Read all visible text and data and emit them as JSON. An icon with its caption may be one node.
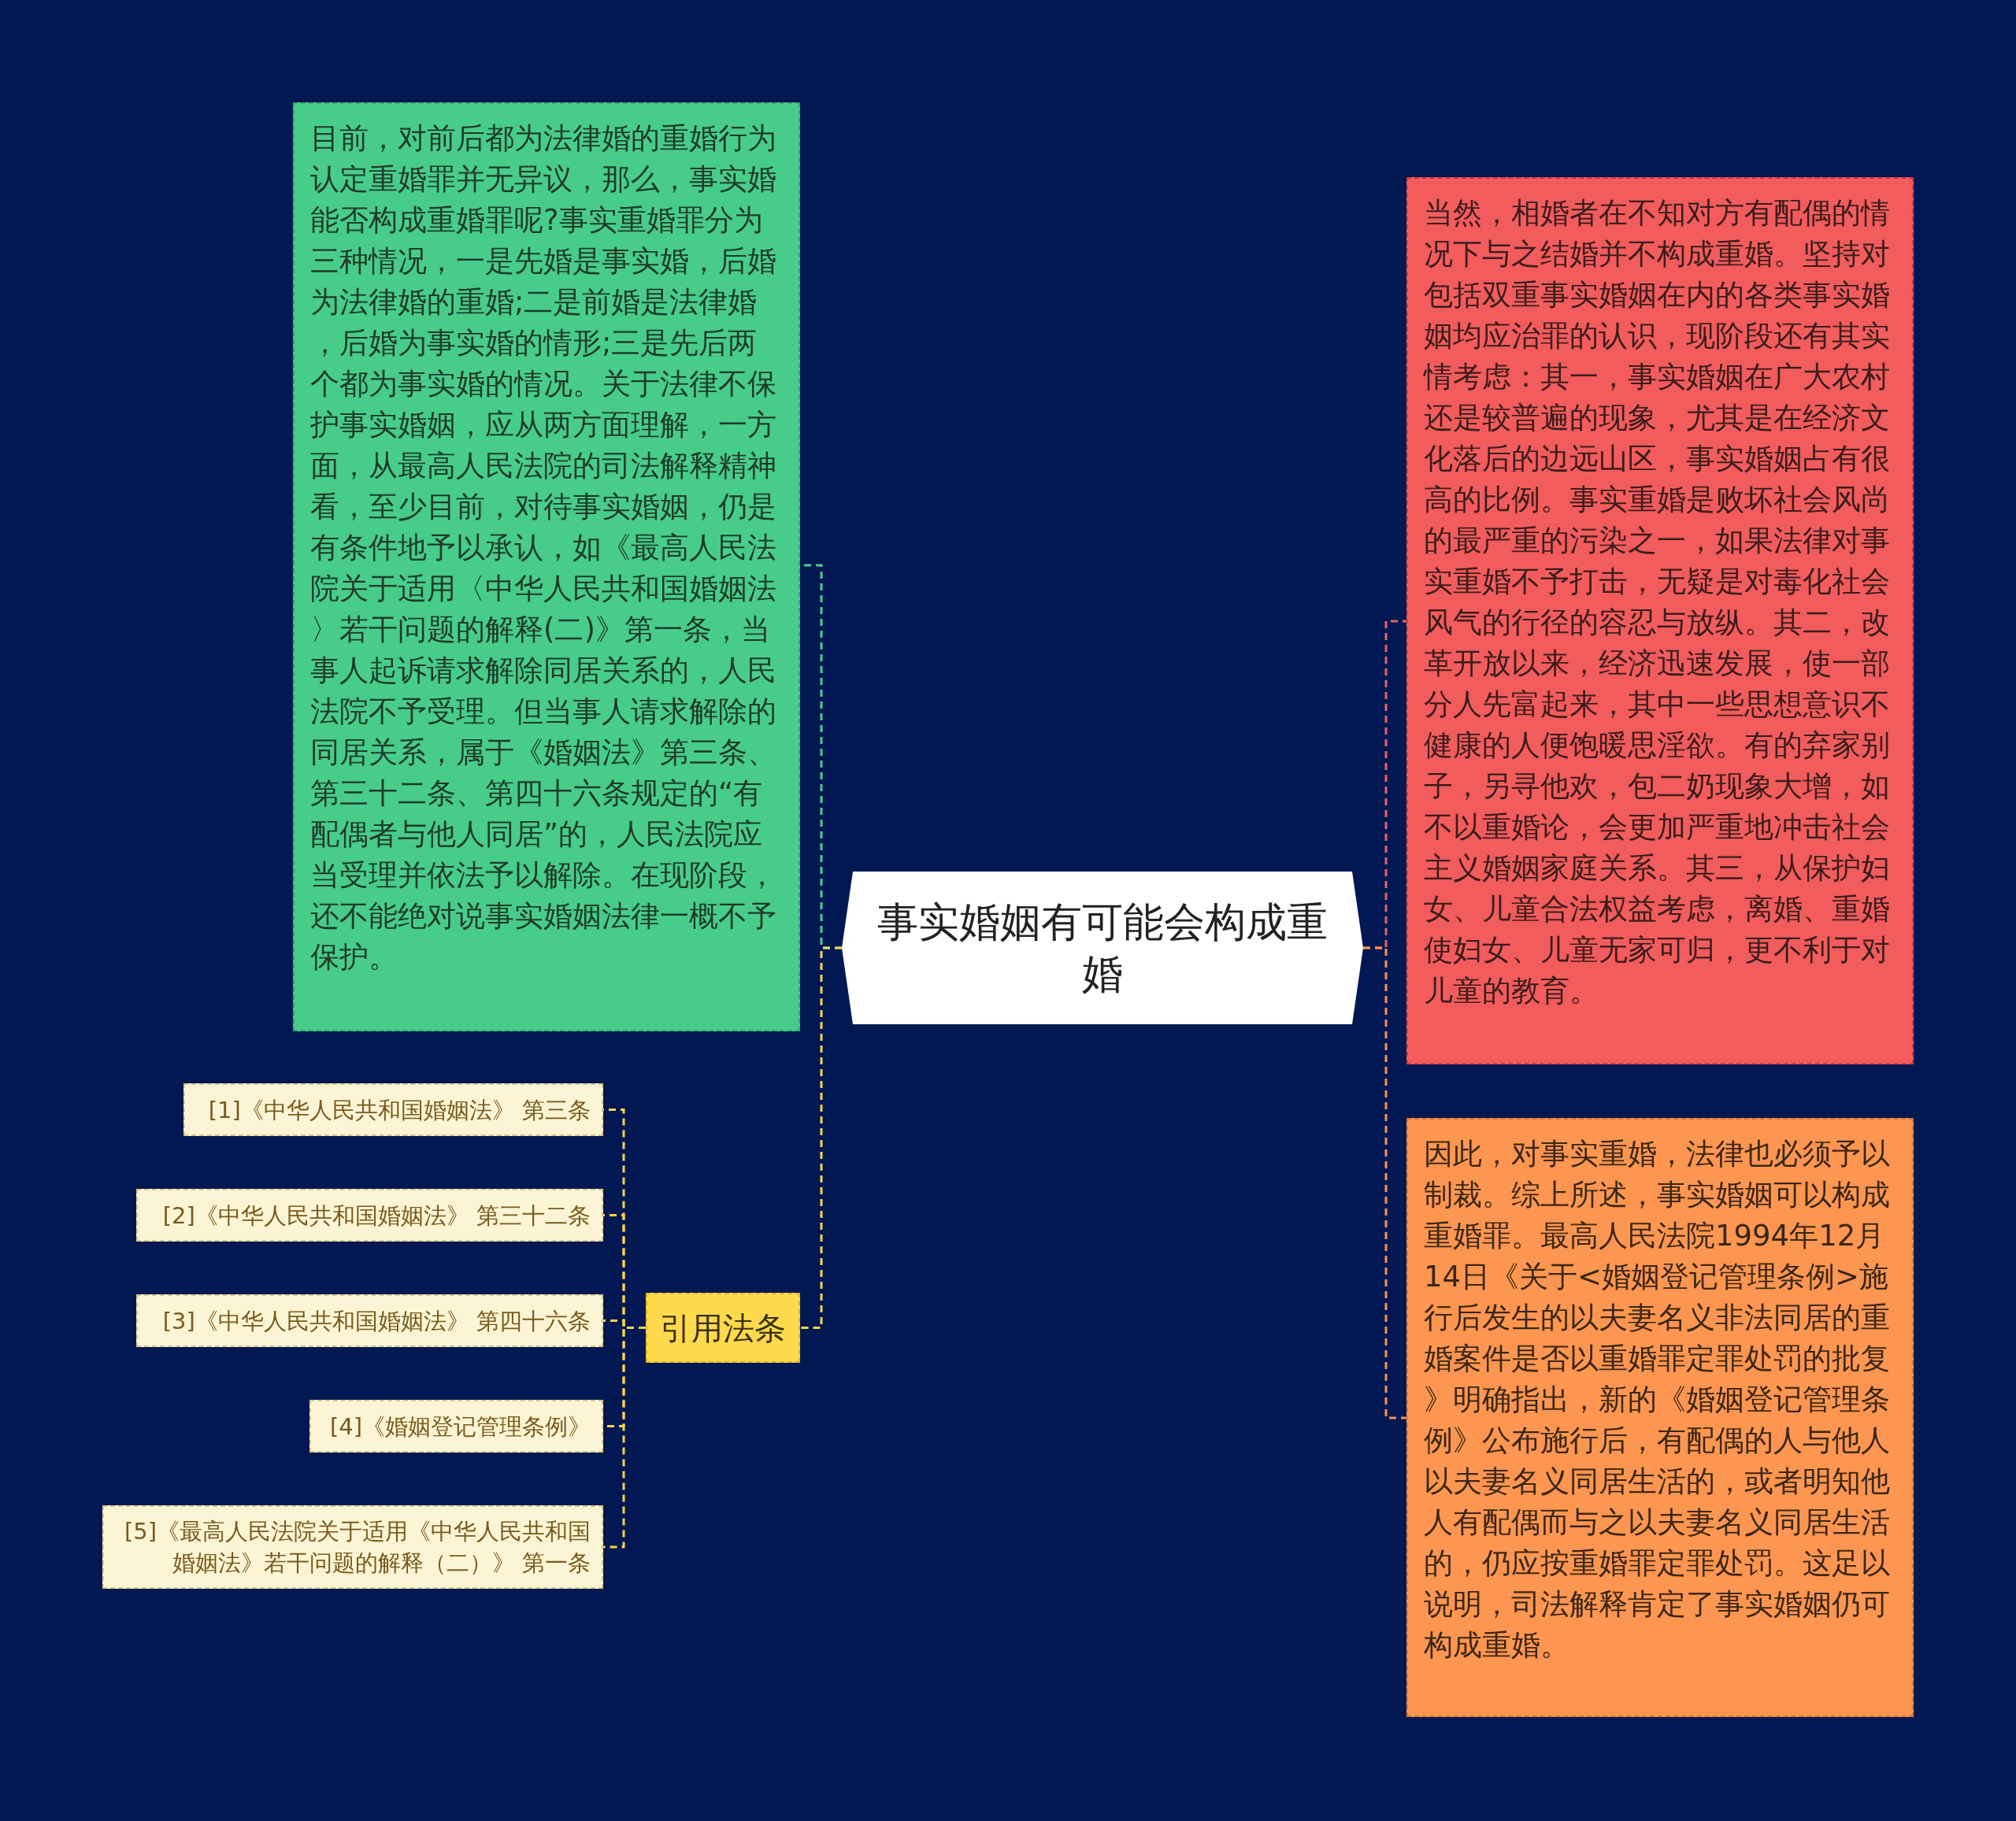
{
  "diagram": {
    "nodes": [
      {
        "text": [
          "事实婚姻有可能会构成重婚"
        ]
      },
      {
        "text": [
          "目前，对前后都为法律婚的重婚行为认定重婚罪并无异议，那么，事实婚能否构成重婚罪呢?事实重婚罪分为三种情况，一是先婚是事实婚，后婚为法律婚的重婚;二是前婚是法律婚，后婚为事实婚的情形;三是先后两个都为事实婚的情况。关于法律不保护事实婚姻，应从两方面理解，一方面，从最高人民法院的司法解释精神看，至少目前，对待事实婚姻，仍是有条件地予以承认，如《最高人民法院关于适用〈中华人民共和国婚姻法〉若干问题的解释(二)》第一条，当事人起诉请求解除同居关系的，人民法院不予受理。但当事人请求解除的同居关系，属于《婚姻法》第三条、第三十二条、第四十六条规定的“有配偶者与他人同居”的，人民法院应当受理并依法予以解除。在现阶段，还不能绝对说事实婚姻法律一概不予保护。"
        ]
      },
      {
        "text": [
          "引用法条"
        ]
      },
      {
        "text": [
          "[1]《中华人民共和国婚姻法》 第三条"
        ]
      },
      {
        "text": [
          "[2]《中华人民共和国婚姻法》 第三十二条"
        ]
      },
      {
        "text": [
          "[3]《中华人民共和国婚姻法》 第四十六条"
        ]
      },
      {
        "text": [
          "[4]《婚姻登记管理条例》"
        ]
      },
      {
        "text": [
          "[5]《最高人民法院关于适用《中华人民共和国婚姻法》若干问题的解释（二）》 第一条"
        ]
      },
      {
        "text": [
          "当然，相婚者在不知对方有配偶的情况下与之结婚并不构成重婚。坚持对包括双重事实婚姻在内的各类事实婚姻均应治罪的认识，现阶段还有其实情考虑：其一，事实婚姻在广大农村还是较普遍的现象，尤其是在经济文化落后的边远山区，事实婚姻占有很高的比例。事实重婚是败坏社会风尚的最严重的污染之一，如果法律对事实重婚不予打击，无疑是对毒化社会风气的行径的容忍与放纵。其二，改革开放以来，经济迅速发展，使一部分人先富起来，其中一些思想意识不健康的人便饱暖思淫欲。有的弃家别子，另寻他欢，包二奶现象大增，如不以重婚论，会更加严重地冲击社会主义婚姻家庭关系。其三，从保护妇女、儿童合法权益考虑，离婚、重婚使妇女、儿童无家可归，更不利于对儿童的教育。"
        ]
      },
      {
        "text": [
          "因此，对事实重婚，法律也必须予以制裁。综上所述，事实婚姻可以构成重婚罪。最高人民法院1994年12月14日《关于<婚姻登记管理条例>施行后发生的以夫妻名义非法同居的重婚案件是否以重婚罪定罪处罚的批复》明确指出，新的《婚姻登记管理条例》公布施行后，有配偶的人与他人以夫妻名义同居生活的，或者明知他人有配偶而与之以夫妻名义同居生活的，仍应按重婚罪定罪处罚。这足以说明，司法解释肯定了事实婚姻仍可构成重婚。"
        ]
      }
    ],
    "edges": [
      {
        "from": 0,
        "to": 1,
        "arrow": "none",
        "color": "#4ecb8f"
      },
      {
        "from": 0,
        "to": 2,
        "arrow": "none"
      },
      {
        "from": 2,
        "to": 3,
        "arrow": "none"
      },
      {
        "from": 2,
        "to": 4,
        "arrow": "none"
      },
      {
        "from": 2,
        "to": 5,
        "arrow": "none"
      },
      {
        "from": 2,
        "to": 6,
        "arrow": "none"
      },
      {
        "from": 2,
        "to": 7,
        "arrow": "none"
      },
      {
        "from": 0,
        "to": 8,
        "arrow": "none",
        "color": "#f06060"
      },
      {
        "from": 0,
        "to": 9,
        "arrow": "none",
        "color": "#f7934c"
      }
    ]
  }
}
